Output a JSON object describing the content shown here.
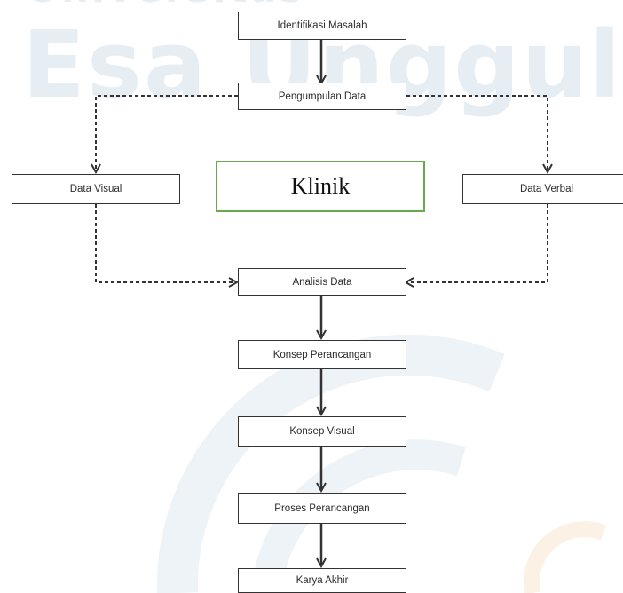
{
  "watermark": {
    "line1": "Universitas",
    "line2": "Esa Unggul",
    "color": "#e6eef4"
  },
  "nodes": {
    "identifikasi": "Identifikasi Masalah",
    "pengumpulan": "Pengumpulan Data",
    "visual": "Data Visual",
    "verbal": "Data Verbal",
    "analisis": "Analisis Data",
    "konsep_perancangan": "Konsep Perancangan",
    "konsep_visual": "Konsep Visual",
    "proses": "Proses Perancangan",
    "karya": "Karya Akhir"
  },
  "highlight": {
    "label": "Klinik",
    "border_color": "#6aa84f"
  },
  "edges": [
    {
      "from": "identifikasi",
      "to": "pengumpulan",
      "style": "solid"
    },
    {
      "from": "pengumpulan",
      "to": "visual",
      "style": "dashed"
    },
    {
      "from": "pengumpulan",
      "to": "verbal",
      "style": "dashed"
    },
    {
      "from": "visual",
      "to": "analisis",
      "style": "dashed"
    },
    {
      "from": "verbal",
      "to": "analisis",
      "style": "dashed"
    },
    {
      "from": "analisis",
      "to": "konsep_perancangan",
      "style": "solid"
    },
    {
      "from": "konsep_perancangan",
      "to": "konsep_visual",
      "style": "solid"
    },
    {
      "from": "konsep_visual",
      "to": "proses",
      "style": "solid"
    },
    {
      "from": "proses",
      "to": "karya",
      "style": "solid"
    }
  ]
}
